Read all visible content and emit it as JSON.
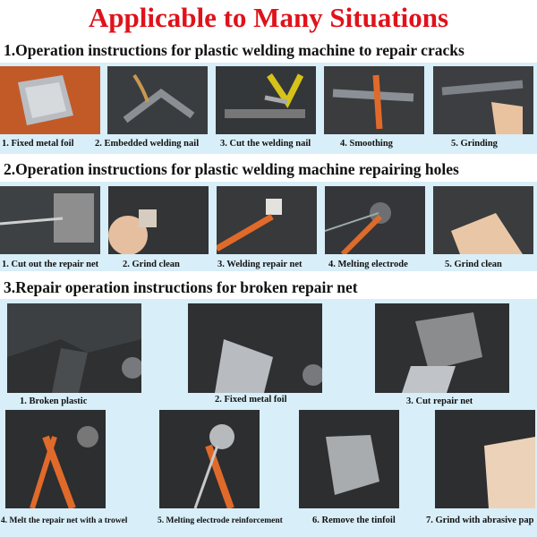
{
  "title": "Applicable to Many Situations",
  "sections": [
    {
      "heading": "1.Operation instructions for plastic welding machine to repair cracks",
      "steps": [
        "1. Fixed metal foil",
        "2. Embedded welding nail",
        "3. Cut the welding nail",
        "4. Smoothing",
        "5. Grinding"
      ]
    },
    {
      "heading": "2.Operation instructions for plastic welding machine repairing holes",
      "steps": [
        "1. Cut out the repair net",
        "2. Grind clean",
        "3. Welding repair net",
        "4. Melting electrode",
        "5. Grind clean"
      ]
    },
    {
      "heading": "3.Repair operation instructions for broken repair net",
      "steps": [
        "1. Broken plastic",
        "2. Fixed metal foil",
        "3. Cut repair net",
        "4. Melt the repair net with a trowel",
        "5. Melting electrode reinforcement",
        "6. Remove the tinfoil",
        "7. Grind with abrasive pap"
      ]
    }
  ],
  "colors": {
    "title": "#e0121a",
    "band": "#d8eef8",
    "text": "#111111"
  }
}
